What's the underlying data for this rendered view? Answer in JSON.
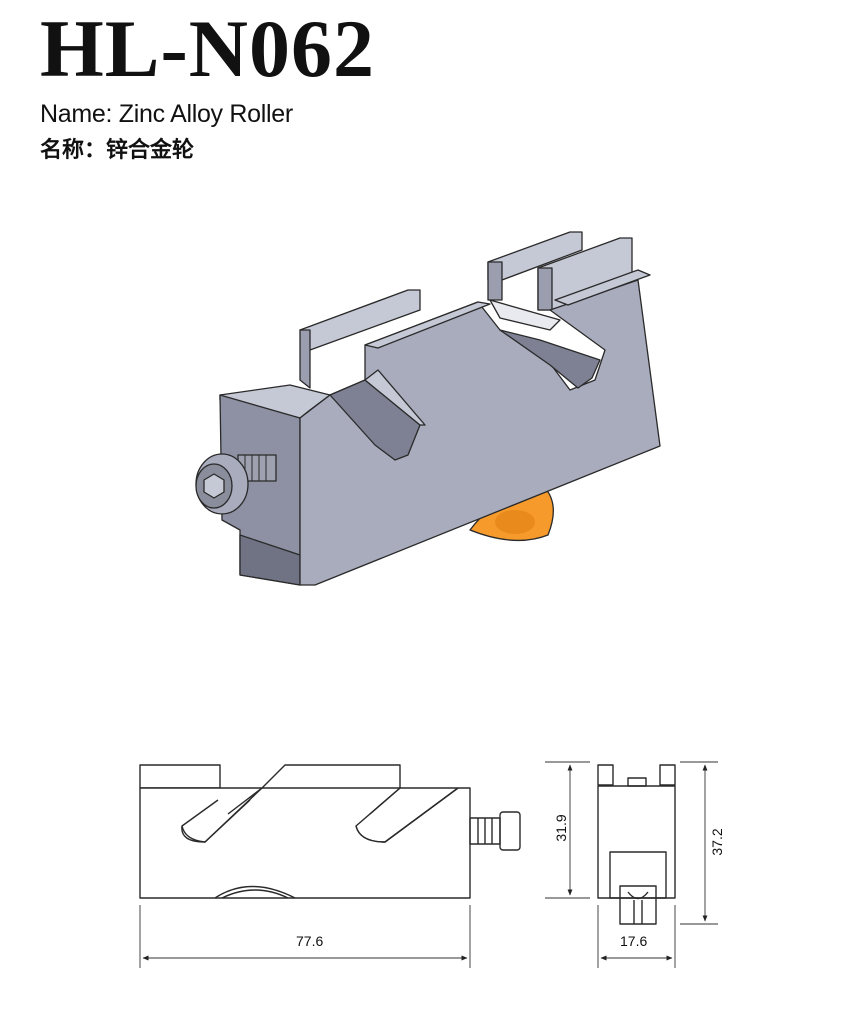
{
  "header": {
    "model_code": "HL-N062",
    "name_en": "Name: Zinc Alloy Roller",
    "name_zh": "名称：锌合金轮"
  },
  "colors": {
    "part_face": "#a8acbd",
    "part_dark": "#7d8193",
    "part_light": "#c5c8d5",
    "wheel": "#f59a2b",
    "screw": "#8a8e9c",
    "line": "#2a2a2a"
  },
  "dimensions": {
    "length": "77.6",
    "body_height": "31.9",
    "total_height": "37.2",
    "width": "17.6"
  }
}
